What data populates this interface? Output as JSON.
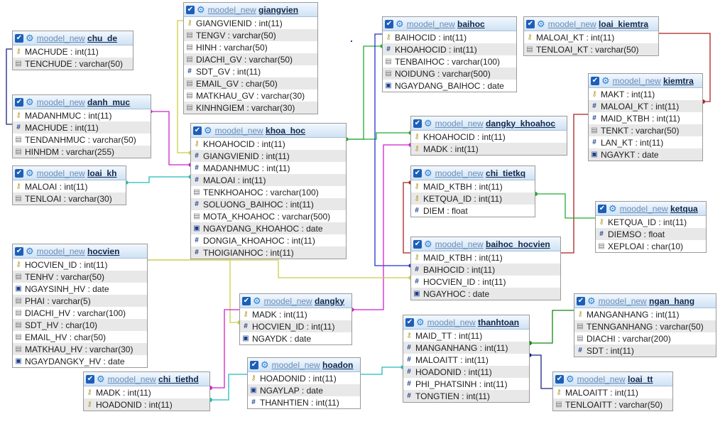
{
  "schema_prefix": "moodel_new",
  "colors": {
    "header_top": "#f2f8ff",
    "header_bottom": "#cfe2f4",
    "row_alt": "#e8e8e8",
    "link_magenta": "#cc22cc",
    "link_blue": "#2233cc",
    "link_green": "#22aa33",
    "link_teal": "#22bbbb",
    "link_olive": "#cccc44",
    "link_darkred": "#aa2222",
    "link_dark_green": "#118811",
    "link_navy": "#1a237e"
  },
  "tables": [
    {
      "id": "giangvien",
      "name": "giangvien",
      "columns": [
        {
          "text": "GIANGVIENID : int(11)",
          "icon": "key"
        },
        {
          "text": "TENGV : varchar(50)",
          "icon": "txt"
        },
        {
          "text": "HINH : varchar(50)",
          "icon": "txt"
        },
        {
          "text": "DIACHI_GV : varchar(50)",
          "icon": "txt"
        },
        {
          "text": "SDT_GV : int(11)",
          "icon": "num"
        },
        {
          "text": "EMAIL_GV : char(50)",
          "icon": "txt"
        },
        {
          "text": "MATKHAU_GV : varchar(30)",
          "icon": "txt"
        },
        {
          "text": "KINHNGIEM : varchar(30)",
          "icon": "txt"
        }
      ]
    },
    {
      "id": "chu_de",
      "name": "chu_de",
      "columns": [
        {
          "text": "MACHUDE : int(11)",
          "icon": "key"
        },
        {
          "text": "TENCHUDE : varchar(50)",
          "icon": "txt"
        }
      ]
    },
    {
      "id": "danh_muc",
      "name": "danh_muc",
      "columns": [
        {
          "text": "MADANHMUC : int(11)",
          "icon": "key"
        },
        {
          "text": "MACHUDE : int(11)",
          "icon": "num"
        },
        {
          "text": "TENDANHMUC : varchar(50)",
          "icon": "txt"
        },
        {
          "text": "HINHDM : varchar(255)",
          "icon": "txt"
        }
      ]
    },
    {
      "id": "loai_kh",
      "name": "loai_kh",
      "columns": [
        {
          "text": "MALOAI : int(11)",
          "icon": "key"
        },
        {
          "text": "TENLOAI : varchar(30)",
          "icon": "txt"
        }
      ]
    },
    {
      "id": "khoa_hoc",
      "name": "khoa_hoc",
      "columns": [
        {
          "text": "KHOAHOCID : int(11)",
          "icon": "key"
        },
        {
          "text": "GIANGVIENID : int(11)",
          "icon": "num"
        },
        {
          "text": "MADANHMUC : int(11)",
          "icon": "num"
        },
        {
          "text": "MALOAI : int(11)",
          "icon": "num"
        },
        {
          "text": "TENKHOAHOC : varchar(100)",
          "icon": "txt"
        },
        {
          "text": "SOLUONG_BAIHOC : int(11)",
          "icon": "num"
        },
        {
          "text": "MOTA_KHOAHOC : varchar(500)",
          "icon": "txt"
        },
        {
          "text": "NGAYDANG_KHOAHOC : date",
          "icon": "dt"
        },
        {
          "text": "DONGIA_KHOAHOC : int(11)",
          "icon": "num"
        },
        {
          "text": "THOIGIANHOC : int(11)",
          "icon": "num"
        }
      ]
    },
    {
      "id": "baihoc",
      "name": "baihoc",
      "columns": [
        {
          "text": "BAIHOCID : int(11)",
          "icon": "key"
        },
        {
          "text": "KHOAHOCID : int(11)",
          "icon": "num"
        },
        {
          "text": "TENBAIHOC : varchar(100)",
          "icon": "txt"
        },
        {
          "text": "NOIDUNG : varchar(500)",
          "icon": "txt"
        },
        {
          "text": "NGAYDANG_BAIHOC : date",
          "icon": "dt"
        }
      ]
    },
    {
      "id": "loai_kiemtra",
      "name": "loai_kiemtra",
      "columns": [
        {
          "text": "MALOAI_KT : int(11)",
          "icon": "key"
        },
        {
          "text": "TENLOAI_KT : varchar(50)",
          "icon": "txt"
        }
      ]
    },
    {
      "id": "kiemtra",
      "name": "kiemtra",
      "columns": [
        {
          "text": "MAKT : int(11)",
          "icon": "key"
        },
        {
          "text": "MALOAI_KT : int(11)",
          "icon": "num"
        },
        {
          "text": "MAID_KTBH : int(11)",
          "icon": "num"
        },
        {
          "text": "TENKT : varchar(50)",
          "icon": "txt"
        },
        {
          "text": "LAN_KT : int(11)",
          "icon": "num"
        },
        {
          "text": "NGAYKT : date",
          "icon": "dt"
        }
      ]
    },
    {
      "id": "dangky_khoahoc",
      "name": "dangky_khoahoc",
      "columns": [
        {
          "text": "KHOAHOCID : int(11)",
          "icon": "key"
        },
        {
          "text": "MADK : int(11)",
          "icon": "key"
        }
      ]
    },
    {
      "id": "chi_tietkq",
      "name": "chi_tietkq",
      "columns": [
        {
          "text": "MAID_KTBH : int(11)",
          "icon": "key"
        },
        {
          "text": "KETQUA_ID : int(11)",
          "icon": "key"
        },
        {
          "text": "DIEM : float",
          "icon": "num"
        }
      ]
    },
    {
      "id": "ketqua",
      "name": "ketqua",
      "columns": [
        {
          "text": "KETQUA_ID : int(11)",
          "icon": "key"
        },
        {
          "text": "DIEMSO : float",
          "icon": "num"
        },
        {
          "text": "XEPLOAI : char(10)",
          "icon": "txt"
        }
      ]
    },
    {
      "id": "baihoc_hocvien",
      "name": "baihoc_hocvien",
      "columns": [
        {
          "text": "MAID_KTBH : int(11)",
          "icon": "key"
        },
        {
          "text": "BAIHOCID : int(11)",
          "icon": "num"
        },
        {
          "text": "HOCVIEN_ID : int(11)",
          "icon": "num"
        },
        {
          "text": "NGAYHOC : date",
          "icon": "dt"
        }
      ]
    },
    {
      "id": "hocvien",
      "name": "hocvien",
      "columns": [
        {
          "text": "HOCVIEN_ID : int(11)",
          "icon": "key"
        },
        {
          "text": "TENHV : varchar(50)",
          "icon": "txt"
        },
        {
          "text": "NGAYSINH_HV : date",
          "icon": "dt"
        },
        {
          "text": "PHAI : varchar(5)",
          "icon": "txt"
        },
        {
          "text": "DIACHI_HV : varchar(100)",
          "icon": "txt"
        },
        {
          "text": "SDT_HV : char(10)",
          "icon": "txt"
        },
        {
          "text": "EMAIL_HV : char(50)",
          "icon": "txt"
        },
        {
          "text": "MATKHAU_HV : varchar(30)",
          "icon": "txt"
        },
        {
          "text": "NGAYDANGKY_HV : date",
          "icon": "dt"
        }
      ]
    },
    {
      "id": "dangky",
      "name": "dangky",
      "columns": [
        {
          "text": "MADK : int(11)",
          "icon": "key"
        },
        {
          "text": "HOCVIEN_ID : int(11)",
          "icon": "num"
        },
        {
          "text": "NGAYDK : date",
          "icon": "dt"
        }
      ]
    },
    {
      "id": "thanhtoan",
      "name": "thanhtoan",
      "columns": [
        {
          "text": "MAID_TT : int(11)",
          "icon": "key"
        },
        {
          "text": "MANGANHANG : int(11)",
          "icon": "num"
        },
        {
          "text": "MALOAITT : int(11)",
          "icon": "num"
        },
        {
          "text": "HOADONID : int(11)",
          "icon": "num"
        },
        {
          "text": "PHI_PHATSINH : int(11)",
          "icon": "num"
        },
        {
          "text": "TONGTIEN : int(11)",
          "icon": "num"
        }
      ]
    },
    {
      "id": "ngan_hang",
      "name": "ngan_hang",
      "columns": [
        {
          "text": "MANGANHANG : int(11)",
          "icon": "key"
        },
        {
          "text": "TENNGANHANG : varchar(50)",
          "icon": "txt"
        },
        {
          "text": "DIACHI : varchar(200)",
          "icon": "txt"
        },
        {
          "text": "SDT : int(11)",
          "icon": "num"
        }
      ]
    },
    {
      "id": "chi_tiethd",
      "name": "chi_tiethd",
      "columns": [
        {
          "text": "MADK : int(11)",
          "icon": "key"
        },
        {
          "text": "HOADONID : int(11)",
          "icon": "key"
        }
      ]
    },
    {
      "id": "hoadon",
      "name": "hoadon",
      "columns": [
        {
          "text": "HOADONID : int(11)",
          "icon": "key"
        },
        {
          "text": "NGAYLAP : date",
          "icon": "dt"
        },
        {
          "text": "THANHTIEN : int(11)",
          "icon": "num"
        }
      ]
    },
    {
      "id": "loai_tt",
      "name": "loai_tt",
      "columns": [
        {
          "text": "MALOAITT : int(11)",
          "icon": "key"
        },
        {
          "text": "TENLOAITT : varchar(50)",
          "icon": "txt"
        }
      ]
    }
  ]
}
